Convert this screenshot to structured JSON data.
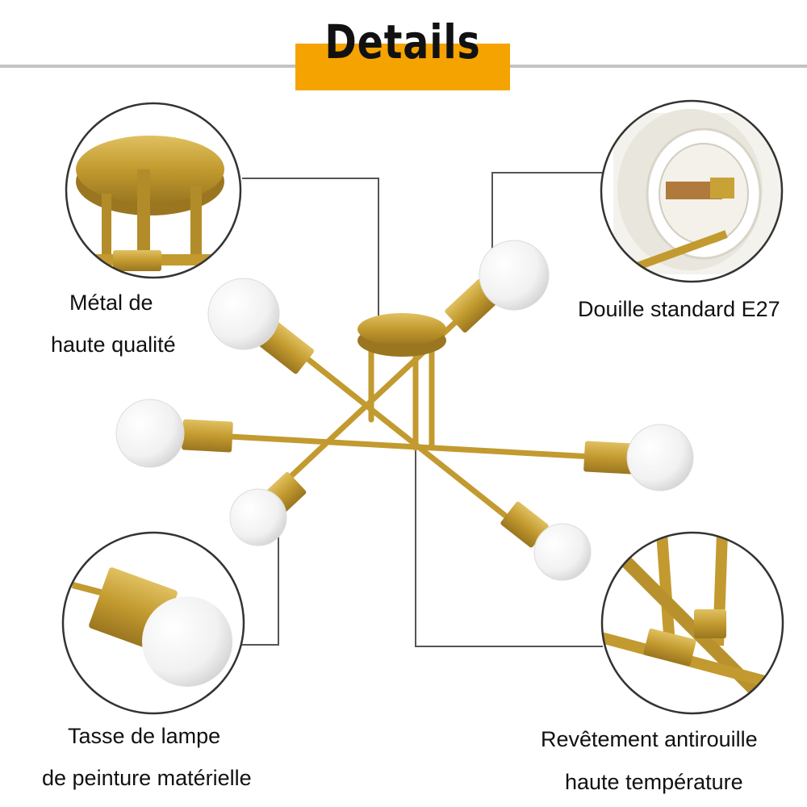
{
  "header": {
    "title": "Details"
  },
  "callouts": {
    "metal": {
      "line1": "Métal de",
      "line2": "haute qualité"
    },
    "socket": {
      "line1": "Douille standard E27"
    },
    "cup": {
      "line1": "Tasse de lampe",
      "line2": "de peinture matérielle"
    },
    "coating": {
      "line1": "Revêtement antirouille",
      "line2": "haute température"
    }
  },
  "colors": {
    "accent": "#f5a300",
    "brass": "#c9a237",
    "rule": "#c4c4c4"
  }
}
